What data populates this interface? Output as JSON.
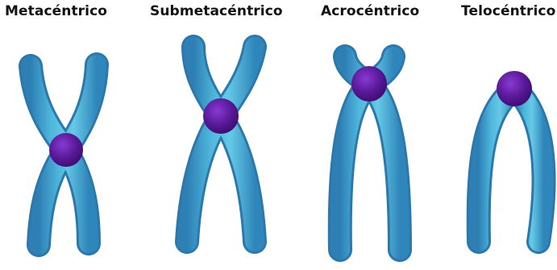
{
  "diagram": {
    "labels": [
      "Metacéntrico",
      "Submetacéntrico",
      "Acrocéntrico",
      "Telocéntrico"
    ],
    "colors": {
      "chromatid_light": "#62c6e4",
      "chromatid_mid": "#3fa7cf",
      "chromatid_dark": "#2d7fb4",
      "centromere_light": "#8a3ad2",
      "centromere_dark": "#3c0b6e"
    }
  }
}
